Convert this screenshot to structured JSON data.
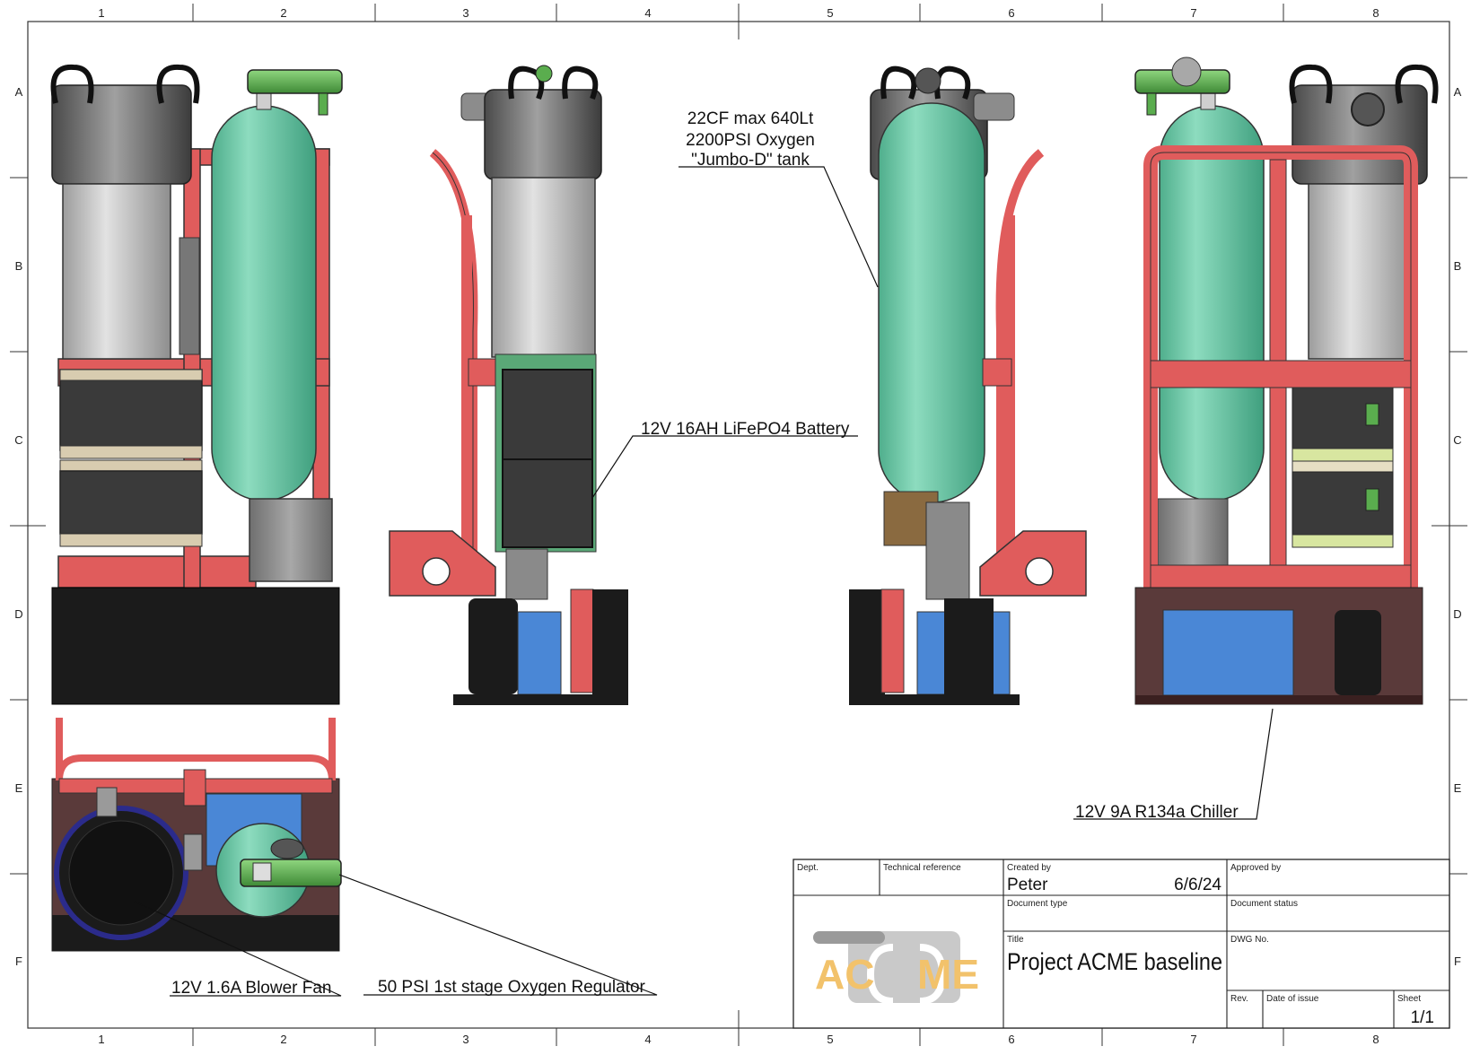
{
  "sheet": {
    "columns": [
      "1",
      "2",
      "3",
      "4",
      "5",
      "6",
      "7",
      "8"
    ],
    "rows": [
      "A",
      "B",
      "C",
      "D",
      "E",
      "F"
    ]
  },
  "callouts": {
    "tank_line1": "22CF max 640Lt",
    "tank_line2": "2200PSI Oxygen",
    "tank_line3": "\"Jumbo-D\" tank",
    "battery": "12V 16AH LiFePO4 Battery",
    "chiller": "12V 9A R134a Chiller",
    "blower": "12V 1.6A Blower Fan",
    "regulator": "50 PSI 1st stage Oxygen Regulator"
  },
  "title_block": {
    "dept_label": "Dept.",
    "techref_label": "Technical reference",
    "created_by_label": "Created by",
    "created_by": "Peter",
    "created_date": "6/6/24",
    "approved_by_label": "Approved by",
    "doc_type_label": "Document type",
    "doc_status_label": "Document status",
    "title_label": "Title",
    "title": "Project ACME baseline",
    "dwg_no_label": "DWG No.",
    "rev_label": "Rev.",
    "date_of_issue_label": "Date of issue",
    "sheet_label": "Sheet",
    "sheet_value": "1/1",
    "logo_text_left": "AC",
    "logo_text_right": "ME"
  },
  "colors": {
    "frame_red": "#e05c5c",
    "tank_green": "#6cc6a4",
    "valve_green": "#5aad4e",
    "base_black": "#1b1b1b",
    "chiller_blue": "#4a87d6",
    "filter_grey": "#c9c9c9",
    "battery_dark": "#3a3a3a",
    "logo_gold": "#f2c26b"
  }
}
